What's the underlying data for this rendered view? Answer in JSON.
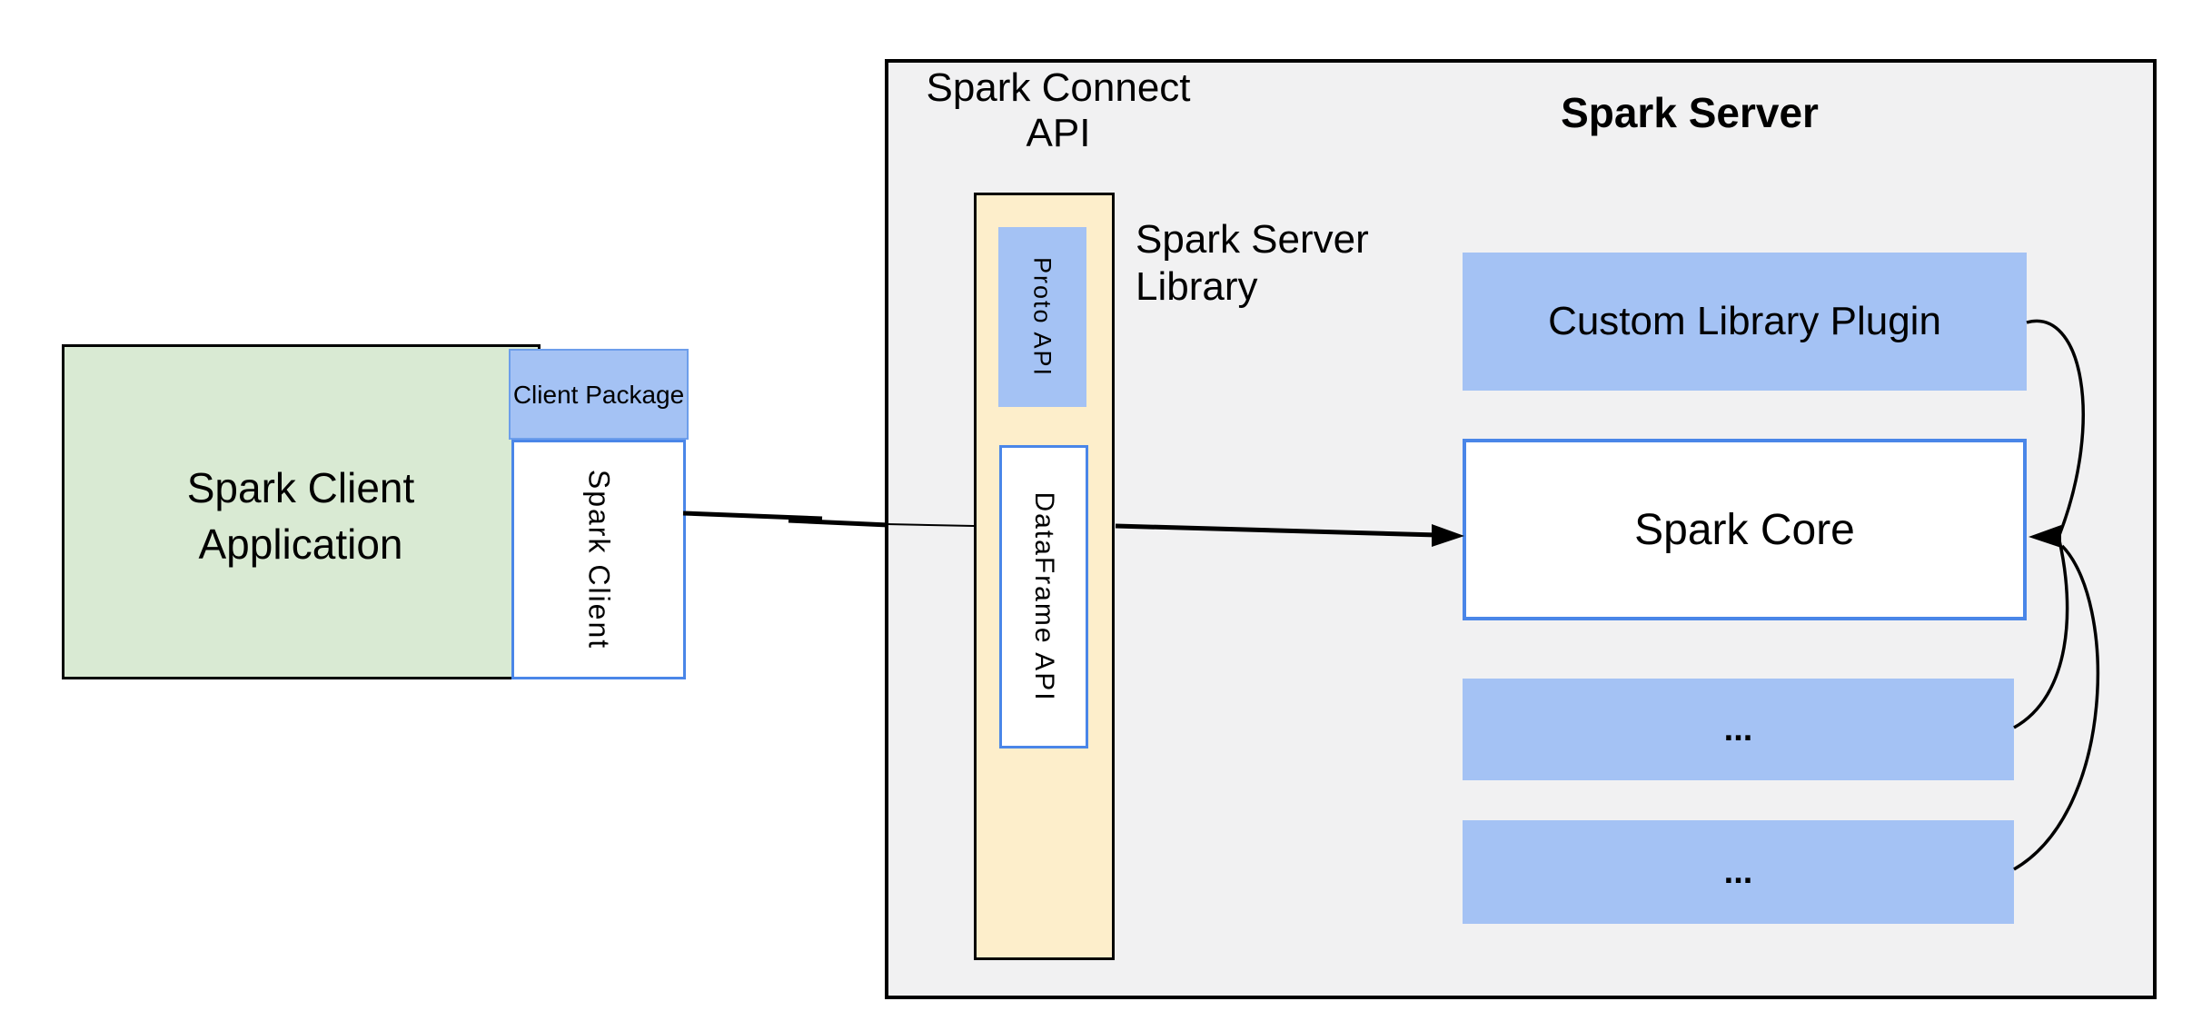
{
  "diagram": {
    "client_app": {
      "label": "Spark Client Application"
    },
    "client_package": {
      "label": "Client Package"
    },
    "spark_client": {
      "label": "Spark Client"
    },
    "connect_api": {
      "line1": "Spark Connect",
      "line2": "API"
    },
    "server": {
      "title": "Spark Server"
    },
    "server_library": {
      "line1": "Spark Server",
      "line2": "Library"
    },
    "proto_api": {
      "label": "Proto API"
    },
    "dataframe_api": {
      "label": "DataFrame API"
    },
    "custom_plugin": {
      "label": "Custom Library Plugin"
    },
    "spark_core": {
      "label": "Spark Core"
    },
    "plugin_slot_1": {
      "label": "..."
    },
    "plugin_slot_2": {
      "label": "..."
    }
  },
  "colors": {
    "green-fill": "#d9ead3",
    "blue-fill": "#a4c2f4",
    "yellow-fill": "#fdeecb",
    "gray-fill": "#f1f1f2",
    "blue-border": "#4a86e8",
    "package-border": "#6d9eeb",
    "line": "#000000"
  }
}
